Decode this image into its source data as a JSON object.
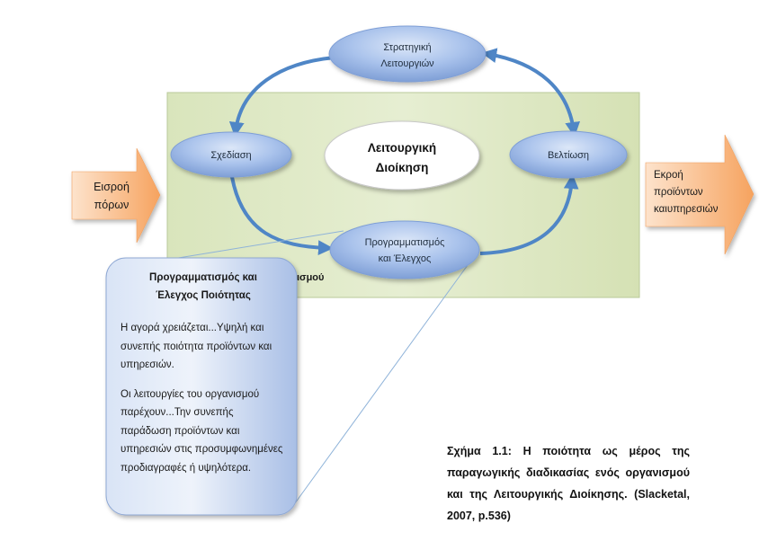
{
  "nodes": {
    "strategy": [
      "Στρατηγική",
      "Λειτουργιών"
    ],
    "design": "Σχεδίαση",
    "center": [
      "Λειτουργική",
      "Διοίκηση"
    ],
    "improvement": "Βελτίωση",
    "planning": [
      "Προγραμματισμός",
      "και Έλεγχος"
    ]
  },
  "input": [
    "Εισροή",
    "πόρων"
  ],
  "output": [
    "Εκροή",
    "προϊόντων",
    "καιυπηρεσιών"
  ],
  "org_label": "ισμού",
  "callout": {
    "title_line1": "Προγραμματισμός και",
    "title_line2": "Έλεγχος Ποιότητας",
    "para1": "Η αγορά χρειάζεται...Υψηλή και συνεπής ποιότητα προϊόντων και υπηρεσιών.",
    "para2": "Οι λειτουργίες του οργανισμού παρέχουν...Την συνεπής παράδωση προϊόντων και υπηρεσιών στις προσυμφωνημένες προδιαγραφές ή υψηλότερα."
  },
  "caption": "Σχήμα 1.1: Η ποιότητα ως μέρος της παραγωγικής διαδικασίας ενός οργανισμού και της Λειτουργικής Διοίκησης. (Slacketal, 2007, p.536)",
  "colors": {
    "node_blue": "#9db8e6",
    "arrow_blue": "#4f86c6",
    "panel_green": "#e2ebc9",
    "orange": "#f6a96a"
  }
}
